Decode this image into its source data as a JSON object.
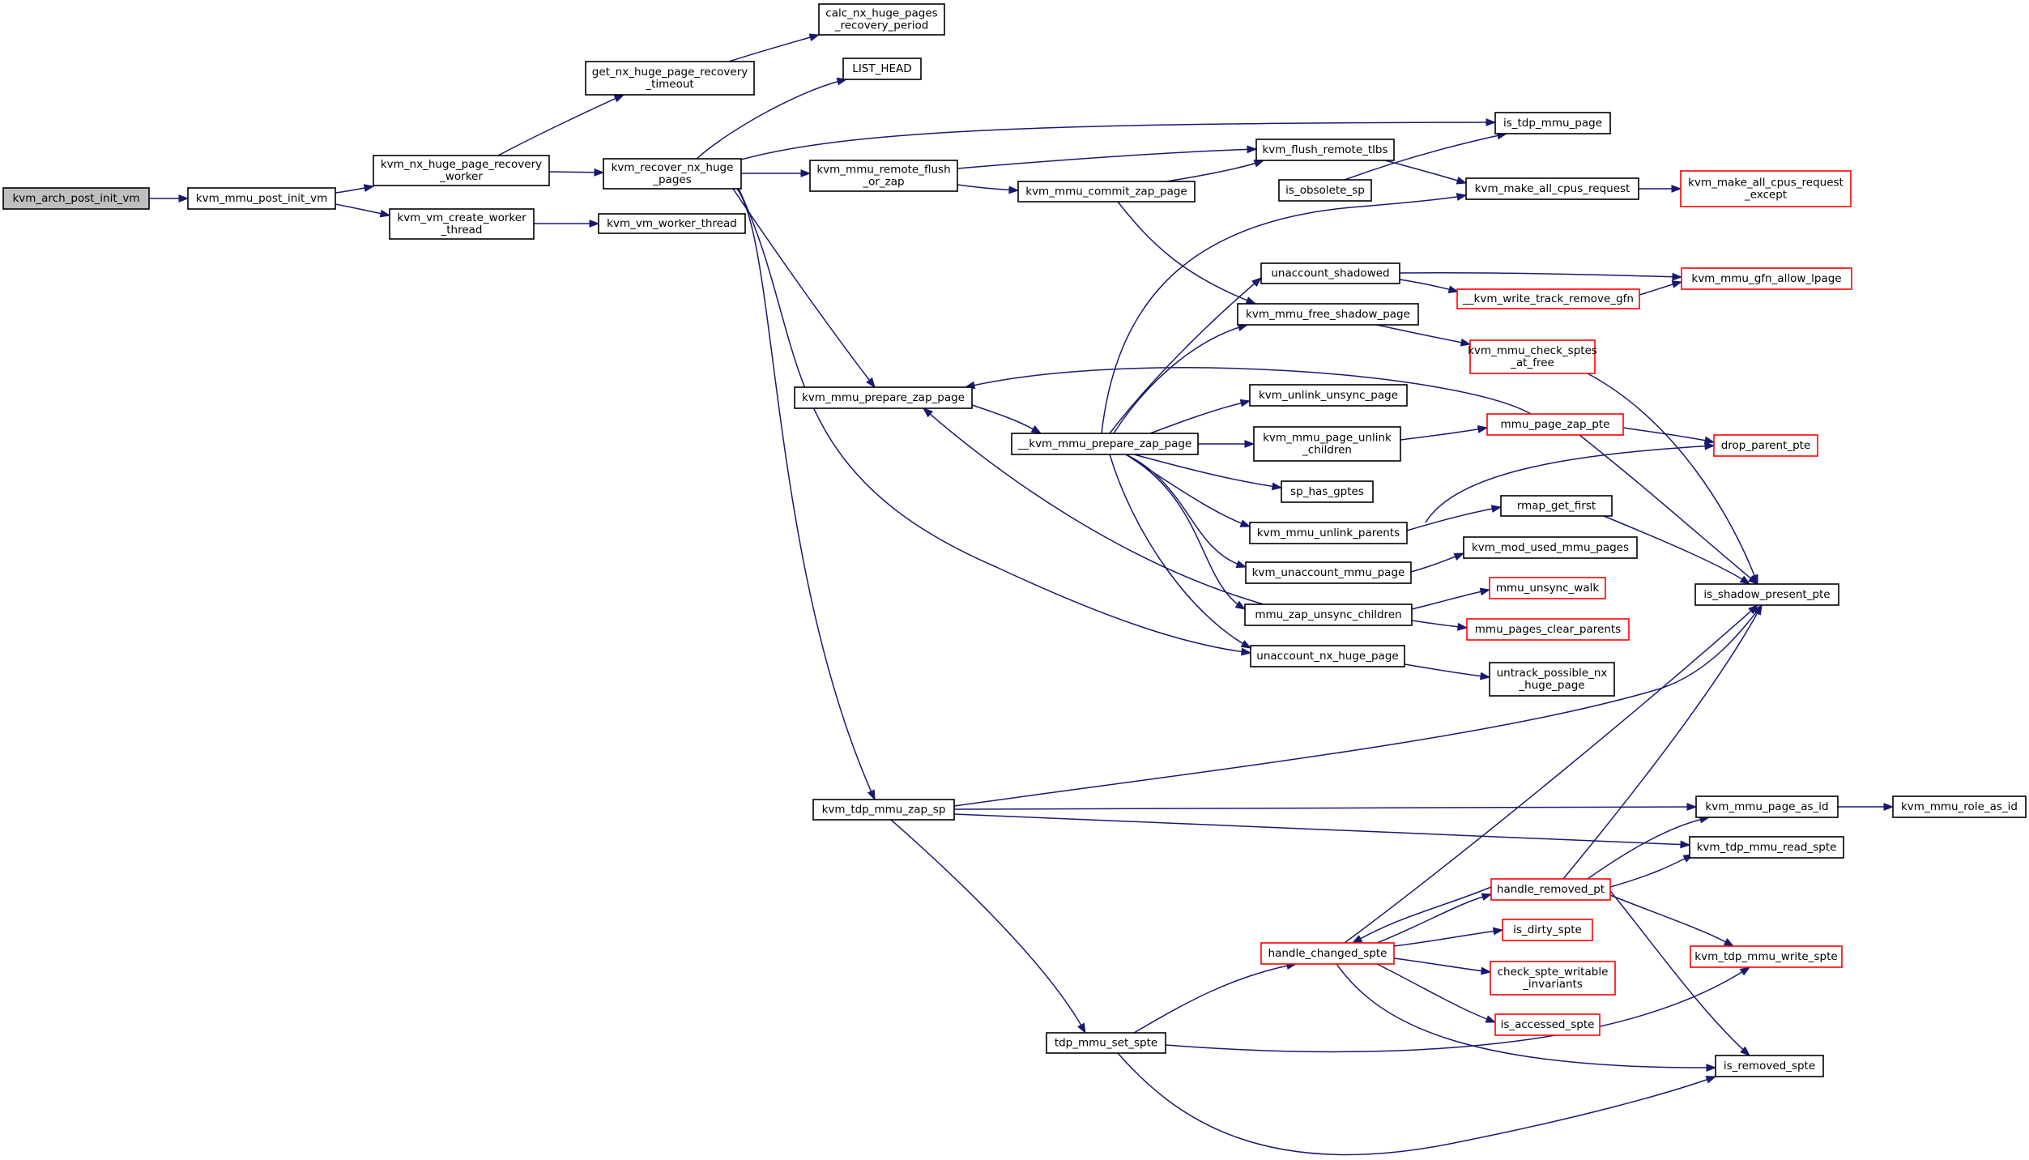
{
  "colors": {
    "edge": "#191970",
    "node_border_normal": "#000000",
    "node_border_truncated": "#ff0000",
    "node_fill_root": "#bfbfbf",
    "node_fill": "#ffffff"
  },
  "nodes": [
    {
      "id": "n1",
      "lines": [
        "kvm_arch_post_init_vm"
      ],
      "style": "root"
    },
    {
      "id": "n2",
      "lines": [
        "kvm_mmu_post_init_vm"
      ],
      "style": "normal"
    },
    {
      "id": "n3",
      "lines": [
        "kvm_nx_huge_page_recovery",
        "_worker"
      ],
      "style": "normal"
    },
    {
      "id": "n4",
      "lines": [
        "kvm_vm_create_worker",
        "_thread"
      ],
      "style": "normal"
    },
    {
      "id": "n5",
      "lines": [
        "get_nx_huge_page_recovery",
        "_timeout"
      ],
      "style": "normal"
    },
    {
      "id": "n6",
      "lines": [
        "kvm_recover_nx_huge",
        "_pages"
      ],
      "style": "normal"
    },
    {
      "id": "n7",
      "lines": [
        "kvm_vm_worker_thread"
      ],
      "style": "normal"
    },
    {
      "id": "n8",
      "lines": [
        "calc_nx_huge_pages",
        "_recovery_period"
      ],
      "style": "normal"
    },
    {
      "id": "n9",
      "lines": [
        "LIST_HEAD"
      ],
      "style": "normal"
    },
    {
      "id": "n10",
      "lines": [
        "kvm_mmu_remote_flush",
        "_or_zap"
      ],
      "style": "normal"
    },
    {
      "id": "n11",
      "lines": [
        "is_tdp_mmu_page"
      ],
      "style": "normal"
    },
    {
      "id": "n12",
      "lines": [
        "kvm_mmu_prepare_zap_page"
      ],
      "style": "normal"
    },
    {
      "id": "n13",
      "lines": [
        "kvm_tdp_mmu_zap_sp"
      ],
      "style": "normal"
    },
    {
      "id": "n14",
      "lines": [
        "unaccount_nx_huge_page"
      ],
      "style": "normal"
    },
    {
      "id": "n15",
      "lines": [
        "kvm_flush_remote_tlbs"
      ],
      "style": "normal"
    },
    {
      "id": "n16",
      "lines": [
        "kvm_mmu_commit_zap_page"
      ],
      "style": "normal"
    },
    {
      "id": "n17",
      "lines": [
        "kvm_make_all_cpus_request"
      ],
      "style": "normal"
    },
    {
      "id": "n18",
      "lines": [
        "kvm_make_all_cpus_request",
        "_except"
      ],
      "style": "truncated"
    },
    {
      "id": "n19",
      "lines": [
        "is_obsolete_sp"
      ],
      "style": "normal"
    },
    {
      "id": "n20",
      "lines": [
        "kvm_mmu_free_shadow_page"
      ],
      "style": "normal"
    },
    {
      "id": "n21",
      "lines": [
        "__kvm_write_track_remove_gfn"
      ],
      "style": "truncated"
    },
    {
      "id": "n22",
      "lines": [
        "kvm_mmu_gfn_allow_lpage"
      ],
      "style": "truncated"
    },
    {
      "id": "n23",
      "lines": [
        "kvm_mmu_check_sptes",
        "_at_free"
      ],
      "style": "truncated"
    },
    {
      "id": "n24",
      "lines": [
        "is_shadow_present_pte"
      ],
      "style": "normal"
    },
    {
      "id": "n25",
      "lines": [
        "__kvm_mmu_prepare_zap_page"
      ],
      "style": "normal"
    },
    {
      "id": "n26",
      "lines": [
        "unaccount_shadowed"
      ],
      "style": "normal"
    },
    {
      "id": "n27",
      "lines": [
        "kvm_unlink_unsync_page"
      ],
      "style": "normal"
    },
    {
      "id": "n28",
      "lines": [
        "kvm_mmu_page_unlink",
        "_children"
      ],
      "style": "normal"
    },
    {
      "id": "n29",
      "lines": [
        "sp_has_gptes"
      ],
      "style": "normal"
    },
    {
      "id": "n30",
      "lines": [
        "kvm_mmu_unlink_parents"
      ],
      "style": "normal"
    },
    {
      "id": "n31",
      "lines": [
        "kvm_unaccount_mmu_page"
      ],
      "style": "normal"
    },
    {
      "id": "n32",
      "lines": [
        "mmu_zap_unsync_children"
      ],
      "style": "normal"
    },
    {
      "id": "n33",
      "lines": [
        "mmu_page_zap_pte"
      ],
      "style": "truncated"
    },
    {
      "id": "n34",
      "lines": [
        "drop_parent_pte"
      ],
      "style": "truncated"
    },
    {
      "id": "n35",
      "lines": [
        "rmap_get_first"
      ],
      "style": "normal"
    },
    {
      "id": "n36",
      "lines": [
        "kvm_mod_used_mmu_pages"
      ],
      "style": "normal"
    },
    {
      "id": "n37",
      "lines": [
        "mmu_unsync_walk"
      ],
      "style": "truncated"
    },
    {
      "id": "n38",
      "lines": [
        "mmu_pages_clear_parents"
      ],
      "style": "truncated"
    },
    {
      "id": "n39",
      "lines": [
        "untrack_possible_nx",
        "_huge_page"
      ],
      "style": "normal"
    },
    {
      "id": "n40",
      "lines": [
        "kvm_mmu_page_as_id"
      ],
      "style": "normal"
    },
    {
      "id": "n41",
      "lines": [
        "kvm_mmu_role_as_id"
      ],
      "style": "normal"
    },
    {
      "id": "n42",
      "lines": [
        "kvm_tdp_mmu_read_spte"
      ],
      "style": "normal"
    },
    {
      "id": "n43",
      "lines": [
        "tdp_mmu_set_spte"
      ],
      "style": "normal"
    },
    {
      "id": "n44",
      "lines": [
        "handle_changed_spte"
      ],
      "style": "truncated"
    },
    {
      "id": "n45",
      "lines": [
        "handle_removed_pt"
      ],
      "style": "truncated"
    },
    {
      "id": "n46",
      "lines": [
        "is_dirty_spte"
      ],
      "style": "truncated"
    },
    {
      "id": "n47",
      "lines": [
        "check_spte_writable",
        "_invariants"
      ],
      "style": "truncated"
    },
    {
      "id": "n48",
      "lines": [
        "is_accessed_spte"
      ],
      "style": "truncated"
    },
    {
      "id": "n49",
      "lines": [
        "kvm_tdp_mmu_write_spte"
      ],
      "style": "truncated"
    },
    {
      "id": "n50",
      "lines": [
        "is_removed_spte"
      ],
      "style": "normal"
    }
  ],
  "edges": [
    [
      "n1",
      "n2"
    ],
    [
      "n2",
      "n3"
    ],
    [
      "n2",
      "n4"
    ],
    [
      "n3",
      "n5"
    ],
    [
      "n3",
      "n6"
    ],
    [
      "n4",
      "n7"
    ],
    [
      "n5",
      "n8"
    ],
    [
      "n6",
      "n9"
    ],
    [
      "n6",
      "n10"
    ],
    [
      "n6",
      "n11"
    ],
    [
      "n6",
      "n12"
    ],
    [
      "n6",
      "n13"
    ],
    [
      "n6",
      "n14"
    ],
    [
      "n10",
      "n15"
    ],
    [
      "n10",
      "n16"
    ],
    [
      "n15",
      "n17"
    ],
    [
      "n17",
      "n18"
    ],
    [
      "n16",
      "n19"
    ],
    [
      "n16",
      "n20"
    ],
    [
      "n19",
      "n11"
    ],
    [
      "n20",
      "n23"
    ],
    [
      "n23",
      "n24"
    ],
    [
      "n12",
      "n25"
    ],
    [
      "n25",
      "n26"
    ],
    [
      "n25",
      "n17"
    ],
    [
      "n25",
      "n20"
    ],
    [
      "n25",
      "n27"
    ],
    [
      "n25",
      "n28"
    ],
    [
      "n25",
      "n29"
    ],
    [
      "n25",
      "n30"
    ],
    [
      "n25",
      "n31"
    ],
    [
      "n25",
      "n32"
    ],
    [
      "n25",
      "n14"
    ],
    [
      "n26",
      "n22"
    ],
    [
      "n26",
      "n21"
    ],
    [
      "n21",
      "n22"
    ],
    [
      "n28",
      "n33"
    ],
    [
      "n33",
      "n12"
    ],
    [
      "n33",
      "n34"
    ],
    [
      "n33",
      "n24"
    ],
    [
      "n30",
      "n34"
    ],
    [
      "n30",
      "n35"
    ],
    [
      "n35",
      "n24"
    ],
    [
      "n31",
      "n36"
    ],
    [
      "n32",
      "n37"
    ],
    [
      "n32",
      "n38"
    ],
    [
      "n32",
      "n12"
    ],
    [
      "n14",
      "n39"
    ],
    [
      "n13",
      "n24"
    ],
    [
      "n13",
      "n40"
    ],
    [
      "n13",
      "n42"
    ],
    [
      "n13",
      "n43"
    ],
    [
      "n40",
      "n41"
    ],
    [
      "n43",
      "n44"
    ],
    [
      "n43",
      "n49"
    ],
    [
      "n43",
      "n50"
    ],
    [
      "n44",
      "n24"
    ],
    [
      "n44",
      "n45"
    ],
    [
      "n44",
      "n46"
    ],
    [
      "n44",
      "n47"
    ],
    [
      "n44",
      "n48"
    ],
    [
      "n44",
      "n50"
    ],
    [
      "n45",
      "n44"
    ],
    [
      "n45",
      "n24"
    ],
    [
      "n45",
      "n40"
    ],
    [
      "n45",
      "n42"
    ],
    [
      "n45",
      "n49"
    ],
    [
      "n45",
      "n50"
    ]
  ]
}
